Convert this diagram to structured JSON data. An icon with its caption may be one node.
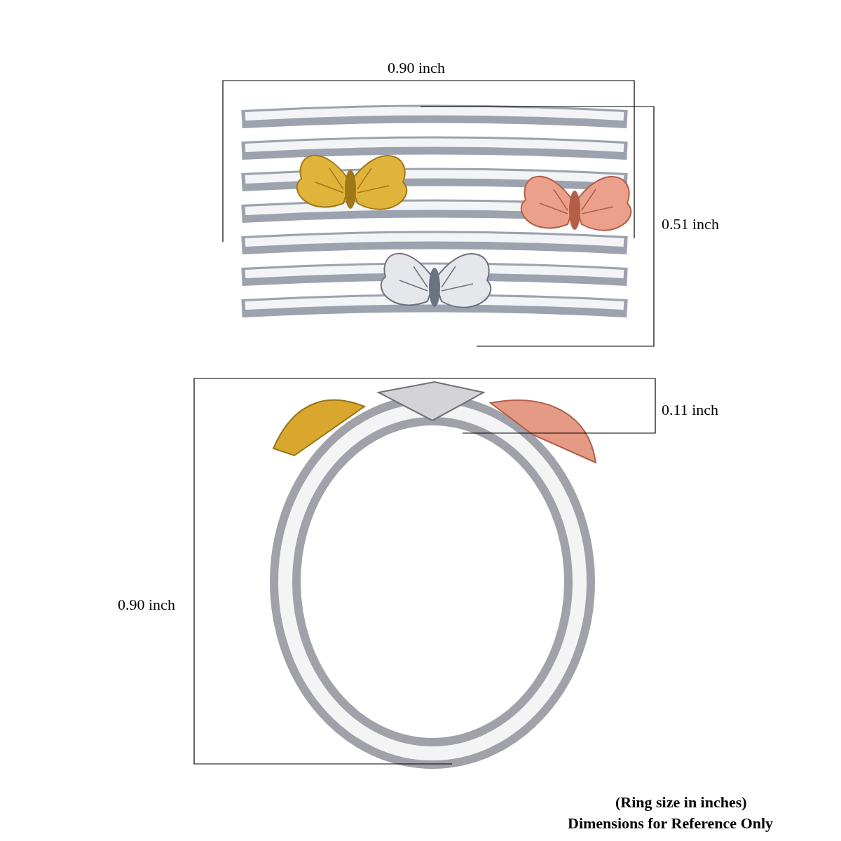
{
  "diagram": {
    "labels": [
      "0.90 inch",
      "0.51 inch",
      "0.11 inch",
      "0.90 inch",
      "(Ring size in inches)",
      "Dimensions for Reference Only"
    ]
  }
}
